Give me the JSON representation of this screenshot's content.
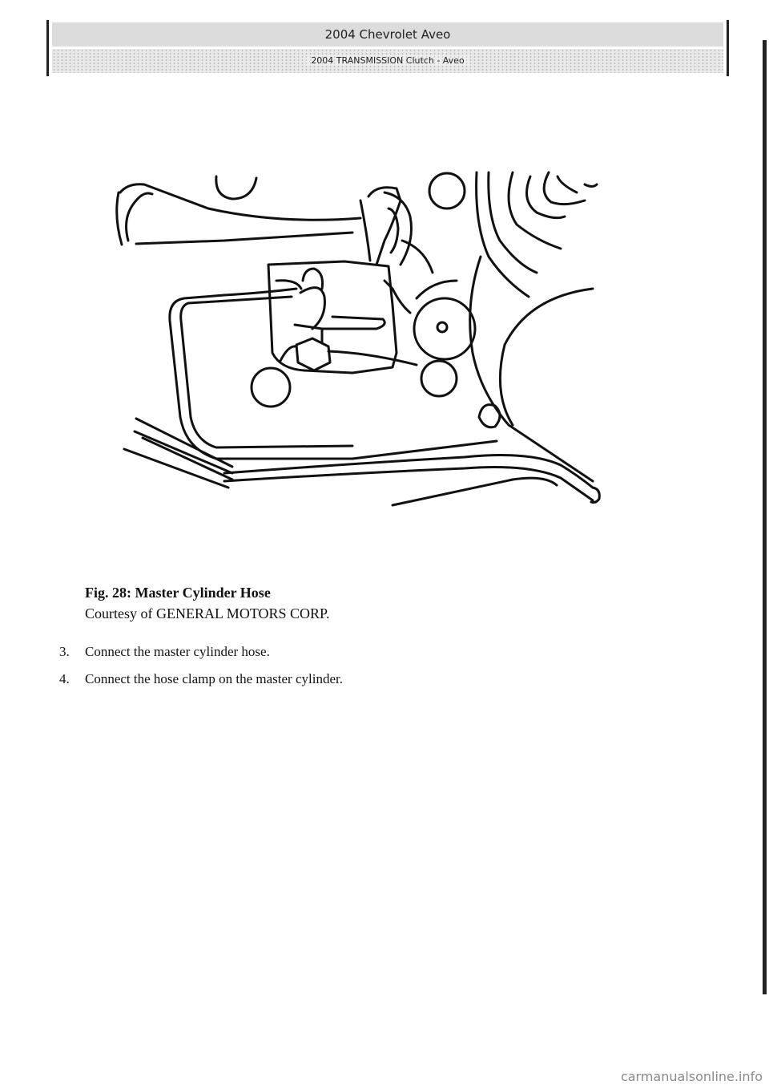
{
  "header": {
    "title": "2004 Chevrolet Aveo",
    "subtitle": "2004 TRANSMISSION Clutch - Aveo"
  },
  "figure": {
    "caption_title": "Fig. 28: Master Cylinder Hose",
    "caption_credit": "Courtesy of GENERAL MOTORS CORP."
  },
  "steps": [
    {
      "number": "3.",
      "text": "Connect the master cylinder hose."
    },
    {
      "number": "4.",
      "text": "Connect the hose clamp on the master cylinder."
    }
  ],
  "watermark": "carmanualsonline.info"
}
